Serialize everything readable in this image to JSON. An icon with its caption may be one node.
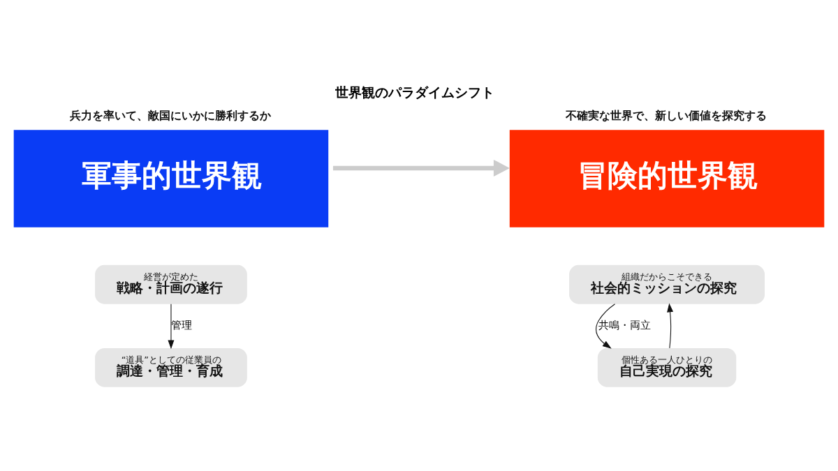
{
  "diagram": {
    "title": "世界観のパラダイムシフト",
    "nodes": [
      {
        "text": [
          "兵力を率いて、敵国にいかに勝利するか",
          "軍事的世界観"
        ]
      },
      {
        "text": [
          "不確実な世界で、新しい価値を探究する",
          "冒険的世界観"
        ]
      },
      {
        "text": [
          "経営が定めた",
          "戦略・計画の遂行"
        ]
      },
      {
        "text": [
          "“道具”としての従業員の",
          "調達・管理・育成"
        ]
      },
      {
        "text": [
          "組織だからこそできる",
          "社会的ミッションの探究"
        ]
      },
      {
        "text": [
          "個性ある一人ひとりの",
          "自己実現の探究"
        ]
      }
    ],
    "edges": [
      {
        "from": 0,
        "to": 1,
        "arrow": "to",
        "style": "thick",
        "color": "#cccccc"
      },
      {
        "from": 2,
        "to": 3,
        "arrow": "to",
        "label": "管理"
      },
      {
        "from": 4,
        "to": 5,
        "arrow": "to",
        "label": "共鳴・両立"
      },
      {
        "from": 5,
        "to": 4,
        "arrow": "to"
      }
    ]
  }
}
